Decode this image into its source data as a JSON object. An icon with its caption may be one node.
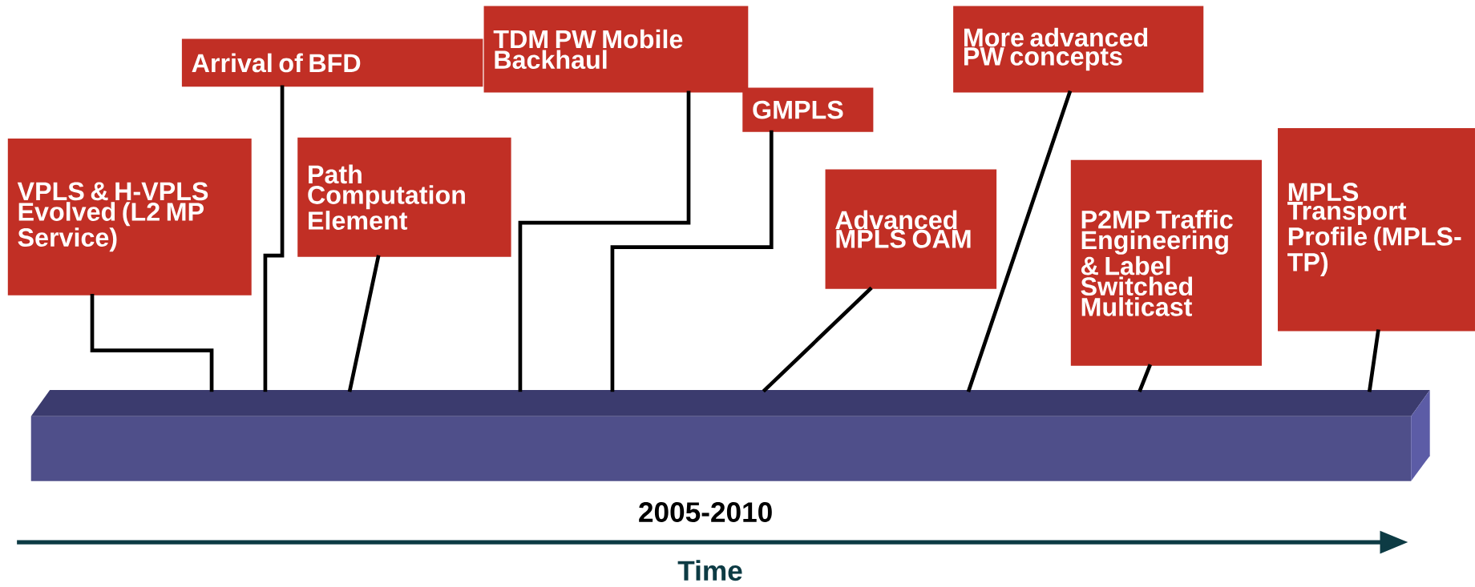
{
  "diagram": {
    "nodes": [
      {
        "text": [
          "VPLS & H-VPLS Evolved (L2 MP Service)"
        ]
      },
      {
        "text": [
          "Arrival of BFD"
        ]
      },
      {
        "text": [
          "Path Computation Element"
        ]
      },
      {
        "text": [
          "TDM PW Mobile Backhaul"
        ]
      },
      {
        "text": [
          "GMPLS"
        ]
      },
      {
        "text": [
          "Advanced MPLS OAM"
        ]
      },
      {
        "text": [
          "More advanced PW concepts"
        ]
      },
      {
        "text": [
          "P2MP Traffic Engineering & Label Switched Multicast"
        ]
      },
      {
        "text": [
          "MPLS Transport Profile (MPLS-TP)"
        ]
      },
      {
        "text": [],
        "shape": "bar"
      }
    ],
    "edges": [
      {
        "from": 0,
        "to": 9,
        "arrow": "none"
      },
      {
        "from": 1,
        "to": 9,
        "arrow": "none"
      },
      {
        "from": 2,
        "to": 9,
        "arrow": "none"
      },
      {
        "from": 3,
        "to": 9,
        "arrow": "none"
      },
      {
        "from": 4,
        "to": 9,
        "arrow": "none"
      },
      {
        "from": 5,
        "to": 9,
        "arrow": "none"
      },
      {
        "from": 6,
        "to": 9,
        "arrow": "none"
      },
      {
        "from": 7,
        "to": 9,
        "arrow": "none"
      },
      {
        "from": 8,
        "to": 9,
        "arrow": "none"
      }
    ],
    "labels": [
      "2005-2010",
      "Time"
    ]
  }
}
